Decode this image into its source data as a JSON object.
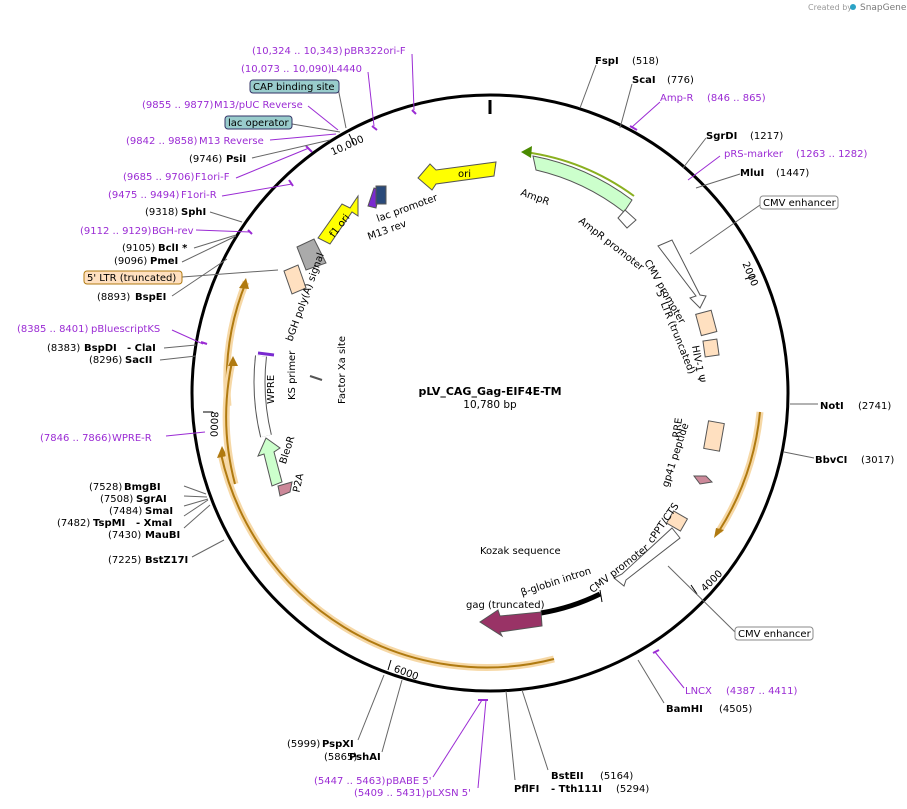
{
  "watermark": {
    "created_by": "Created by",
    "brand": "SnapGene"
  },
  "plasmid": {
    "name": "pLV_CAG_Gag-EIF4E-TM",
    "size": "10,780 bp"
  },
  "ticks": {
    "t2000": "2000",
    "t4000": "4000",
    "t6000": "6000",
    "t8000": "8000",
    "t10000": "10,000"
  },
  "sites": {
    "fspi": {
      "name": "FspI",
      "pos": "(518)"
    },
    "scai": {
      "name": "ScaI",
      "pos": "(776)"
    },
    "sgrdi": {
      "name": "SgrDI",
      "pos": "(1217)"
    },
    "mlui": {
      "name": "MluI",
      "pos": "(1447)"
    },
    "noti": {
      "name": "NotI",
      "pos": "(2741)"
    },
    "bbvci": {
      "name": "BbvCI",
      "pos": "(3017)"
    },
    "bamhi": {
      "name": "BamHI",
      "pos": "(4505)"
    },
    "bsteii": {
      "name": "BstEII",
      "pos": "(5164)"
    },
    "tth": {
      "name": "- Tth111I",
      "pos": "(5294)"
    },
    "pflfi": {
      "name": "PflFI"
    },
    "pshai": {
      "name": "PshAI",
      "pos": "(5865)"
    },
    "pspxi": {
      "name": "PspXI",
      "pos": "(5999)"
    },
    "bstz17i": {
      "name": "BstZ17I",
      "pos": "(7225)"
    },
    "maubi": {
      "name": "MauBI",
      "pos": "(7430)"
    },
    "tspmi": {
      "name": "TspMI",
      "pos": "(7482)"
    },
    "xmai": {
      "name": "- XmaI"
    },
    "smai": {
      "name": "SmaI",
      "pos": "(7484)"
    },
    "sgrai": {
      "name": "SgrAI",
      "pos": "(7508)"
    },
    "bmgbi": {
      "name": "BmgBI",
      "pos": "(7528)"
    },
    "sacii": {
      "name": "SacII",
      "pos": "(8296)"
    },
    "bspdi": {
      "name": "BspDI",
      "pos": "(8383)"
    },
    "clai": {
      "name": "- ClaI"
    },
    "bspei": {
      "name": "BspEI",
      "pos": "(8893)"
    },
    "pmei": {
      "name": "PmeI",
      "pos": "(9096)"
    },
    "bcli": {
      "name": "BclI *",
      "pos": "(9105)"
    },
    "sphi": {
      "name": "SphI",
      "pos": "(9318)"
    },
    "psii": {
      "name": "PsiI",
      "pos": "(9746)"
    }
  },
  "primers": {
    "pbr322": {
      "range": "(10,324 .. 10,343)",
      "name": "pBR322ori-F"
    },
    "l4440": {
      "range": "(10,073 .. 10,090)",
      "name": "L4440"
    },
    "m13puc": {
      "range": "(9855 .. 9877)",
      "name": "M13/pUC Reverse"
    },
    "m13rev": {
      "range": "(9842 .. 9858)",
      "name": "M13 Reverse"
    },
    "f1orif": {
      "range": "(9685 .. 9706)",
      "name": "F1ori-F"
    },
    "f1orir": {
      "range": "(9475 .. 9494)",
      "name": "F1ori-R"
    },
    "bghrev": {
      "range": "(9112 .. 9129)",
      "name": "BGH-rev"
    },
    "pbluescript": {
      "range": "(8385 .. 8401)",
      "name": "pBluescriptKS"
    },
    "wprer": {
      "range": "(7846 .. 7866)",
      "name": "WPRE-R"
    },
    "ampr": {
      "name": "Amp-R",
      "range": "(846 .. 865)"
    },
    "prs": {
      "name": "pRS-marker",
      "range": "(1263 .. 1282)"
    },
    "lncx": {
      "name": "LNCX",
      "range": "(4387 .. 4411)"
    },
    "pbabe": {
      "range": "(5447 .. 5463)",
      "name": "pBABE 5'"
    },
    "plxsn": {
      "range": "(5409 .. 5431)",
      "name": "pLXSN 5'"
    }
  },
  "boxed": {
    "cap": "CAP binding site",
    "lacop": "lac operator",
    "ltr": "5' LTR (truncated)",
    "cmv1": "CMV enhancer",
    "cmv2": "CMV enhancer"
  },
  "features": {
    "ori": "ori",
    "ampr": "AmpR",
    "ampr_promoter": "AmpR promoter",
    "cmv_promoter": "CMV promoter",
    "ltr5": "5' LTR (truncated)",
    "hiv": "HIV-1 Ψ",
    "rre": "RRE",
    "gp41": "gp41 peptide",
    "cppt": "cPPT/CTS",
    "cmv_promoter2": "CMV promoter",
    "bglobin": "β-globin intron",
    "kozak": "Kozak sequence",
    "gag": "gag (truncated)",
    "p2a": "P2A",
    "bleor": "BleoR",
    "wpre": "WPRE",
    "ks": "KS primer",
    "factorxa": "Factor Xa site",
    "bgh": "bGH poly(A) signal",
    "f1ori": "f1 ori",
    "m13rev": "M13 rev",
    "lacpro": "lac promoter"
  },
  "colors": {
    "primer": "#9b2cd4",
    "backbone": "#000000",
    "orf": "#f4b942",
    "ori": "#ffff00",
    "ampr": "#ccffcc",
    "ltr": "#ffe0c0",
    "gag": "#993366",
    "cap": "#99cccc"
  }
}
